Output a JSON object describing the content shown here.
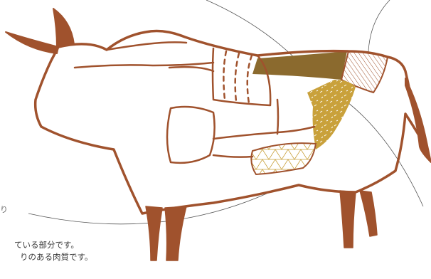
{
  "caption": {
    "line1": "ている部分です。",
    "line2": "りのある肉質です。"
  },
  "edge_mark": "り",
  "colors": {
    "outline": "#a0522d",
    "cut_fill_dark": "#8b6a2e",
    "cut_fill_gold": "#c9a13b",
    "cut_fill_light": "#e8c77a",
    "leader_line": "#555555",
    "caption_text": "#3a3a3a",
    "background": "#ffffff"
  },
  "highlighted_cuts": [
    {
      "name": "loin-cut",
      "pattern": "solid dark"
    },
    {
      "name": "rump-cut",
      "pattern": "diagonal hatching"
    },
    {
      "name": "round-cut",
      "pattern": "speckled gold"
    },
    {
      "name": "flank-cut",
      "pattern": "triangle mesh"
    }
  ]
}
